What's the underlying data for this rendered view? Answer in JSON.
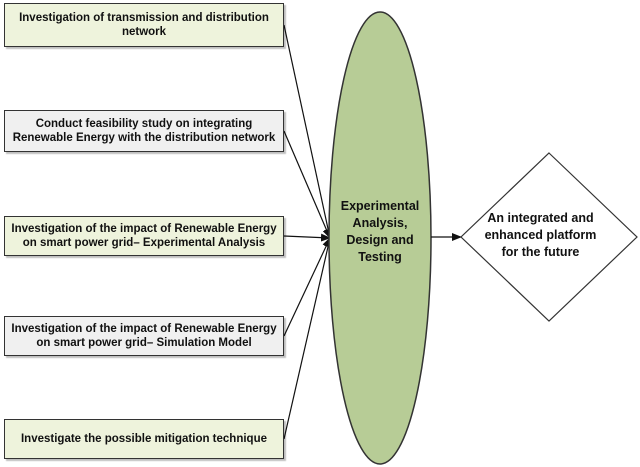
{
  "colors": {
    "box_fill": "#eef3dc",
    "box_fill_alt": "#f0f0f0",
    "ellipse_fill": "#b7cc96",
    "ellipse_stroke": "#333333",
    "diamond_fill": "#ffffff",
    "line": "#111111"
  },
  "inputs": [
    {
      "label": "Investigation of transmission and distribution network"
    },
    {
      "label": "Conduct feasibility study on integrating Renewable Energy with the distribution network"
    },
    {
      "label": "Investigation of the impact of Renewable Energy on smart power grid– Experimental Analysis"
    },
    {
      "label": "Investigation of the impact of Renewable Energy on smart power grid– Simulation Model"
    },
    {
      "label": "Investigate the possible mitigation technique"
    }
  ],
  "center": {
    "label": "Experimental Analysis, Design and Testing"
  },
  "result": {
    "label": "An integrated and enhanced platform for the future"
  }
}
